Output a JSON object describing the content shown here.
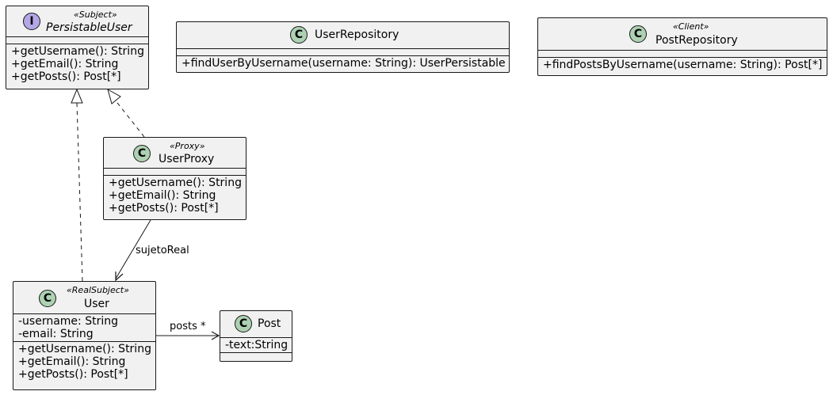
{
  "classes": {
    "persistable_user": {
      "kind": "I",
      "stereotype": "«Subject»",
      "name": "PersistableUser",
      "methods": [
        "+getUsername(): String",
        "+getEmail(): String",
        "+getPosts(): Post[*]"
      ]
    },
    "user_repository": {
      "kind": "C",
      "name": "UserRepository",
      "methods": [
        "+findUserByUsername(username: String): UserPersistable"
      ]
    },
    "post_repository": {
      "kind": "C",
      "stereotype": "«Client»",
      "name": "PostRepository",
      "methods": [
        "+findPostsByUsername(username: String): Post[*]"
      ]
    },
    "user_proxy": {
      "kind": "C",
      "stereotype": "«Proxy»",
      "name": "UserProxy",
      "methods": [
        "+getUsername(): String",
        "+getEmail(): String",
        "+getPosts(): Post[*]"
      ]
    },
    "user": {
      "kind": "C",
      "stereotype": "«RealSubject»",
      "name": "User",
      "fields": [
        "-username: String",
        "-email: String"
      ],
      "methods": [
        "+getUsername(): String",
        "+getEmail(): String",
        "+getPosts(): Post[*]"
      ]
    },
    "post": {
      "kind": "C",
      "name": "Post",
      "fields": [
        "-text:String"
      ]
    }
  },
  "relations": {
    "proxy_to_user_label": "sujetoReal",
    "user_to_post_label": "posts *"
  },
  "colors": {
    "class_fill": "#f1f1f1",
    "border": "#181818",
    "class_icon": "#add1b2",
    "interface_icon": "#b4a7e5"
  }
}
